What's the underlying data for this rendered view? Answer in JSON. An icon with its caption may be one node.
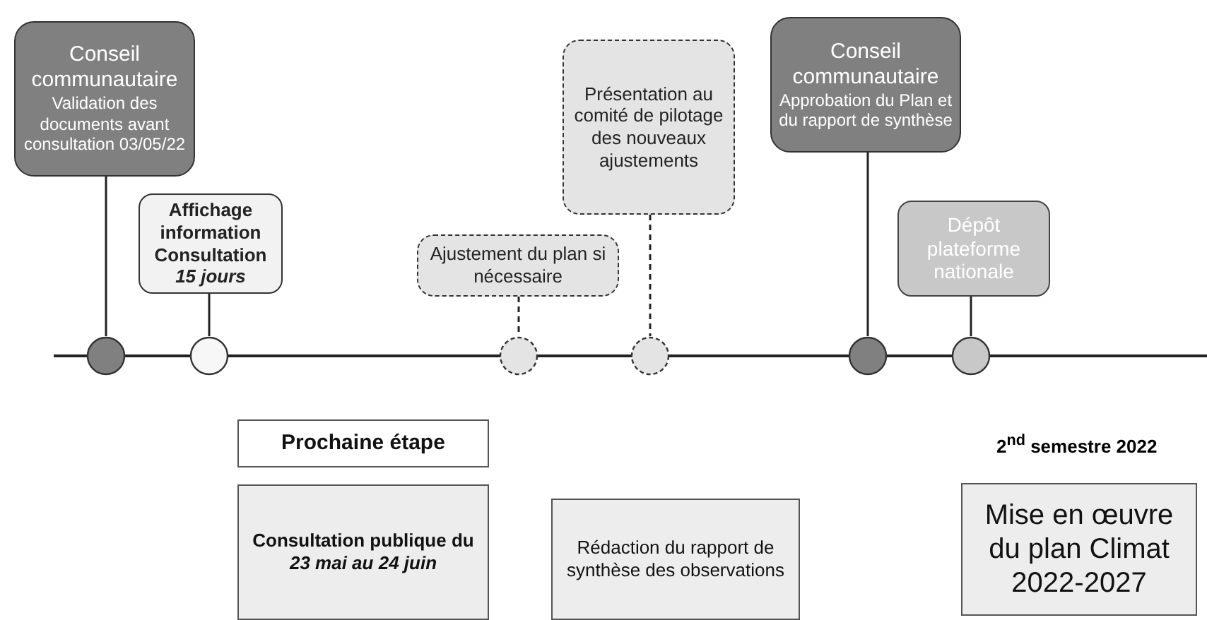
{
  "diagram": {
    "nodes": [
      {
        "text": [
          "Conseil communautaire",
          "Validation des documents avant consultation 03/05/22"
        ]
      },
      {
        "text": [],
        "shape": "circle"
      },
      {
        "text": [
          "Affichage information Consultation",
          "15 jours"
        ]
      },
      {
        "text": [],
        "shape": "circle"
      },
      {
        "text": [
          "Ajustement du plan si nécessaire"
        ]
      },
      {
        "text": [],
        "shape": "circle"
      },
      {
        "text": [
          "Présentation au comité de pilotage des nouveaux ajustements"
        ]
      },
      {
        "text": [],
        "shape": "circle"
      },
      {
        "text": [
          "Conseil communautaire",
          "Approbation du Plan et du rapport de synthèse"
        ]
      },
      {
        "text": [],
        "shape": "circle"
      },
      {
        "text": [
          "Dépôt plateforme nationale"
        ]
      },
      {
        "text": [],
        "shape": "circle"
      },
      {
        "text": [
          "Prochaine étape"
        ]
      },
      {
        "text": [
          "Consultation publique du",
          "23 mai au 24 juin"
        ]
      },
      {
        "text": [
          "Rédaction du rapport de synthèse des observations"
        ]
      },
      {
        "text": [
          "Mise en œuvre du plan Climat 2022-2027"
        ]
      }
    ],
    "edges": [
      {
        "from": 0,
        "to": 1,
        "arrow": "none"
      },
      {
        "from": 2,
        "to": 3,
        "arrow": "none"
      },
      {
        "from": 4,
        "to": 5,
        "arrow": "none",
        "style": "dashed"
      },
      {
        "from": 6,
        "to": 7,
        "arrow": "none",
        "style": "dashed"
      },
      {
        "from": 8,
        "to": 9,
        "arrow": "none"
      },
      {
        "from": 10,
        "to": 11,
        "arrow": "none"
      }
    ],
    "labels": [
      "2$^{nd}$ semestre 2022"
    ]
  }
}
